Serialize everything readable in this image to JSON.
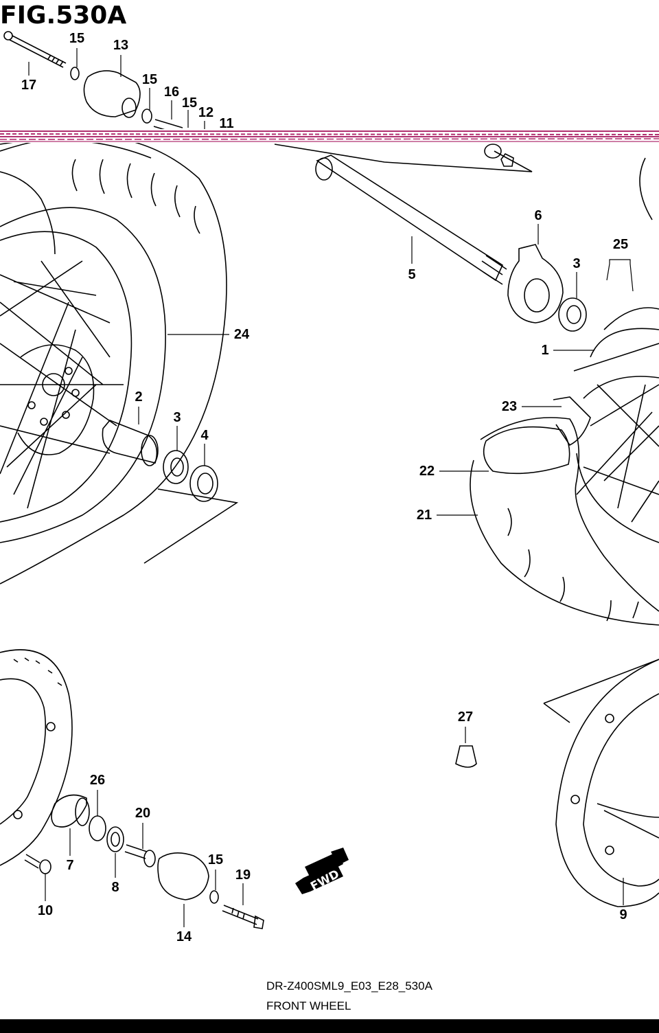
{
  "figure": {
    "title": "FIG.530A",
    "model_code": "DR-Z400SML9_E03_E28_530A",
    "section_name": "FRONT WHEEL",
    "direction_marker": "FWD"
  },
  "callouts": [
    "1",
    "2",
    "3",
    "3",
    "4",
    "5",
    "6",
    "7",
    "8",
    "9",
    "10",
    "11",
    "12",
    "13",
    "14",
    "15",
    "15",
    "15",
    "15",
    "16",
    "17",
    "19",
    "20",
    "21",
    "22",
    "23",
    "24",
    "25",
    "26",
    "27"
  ],
  "colors": {
    "line": "#000000",
    "scan_stripe": "#b03070",
    "background": "#ffffff"
  }
}
